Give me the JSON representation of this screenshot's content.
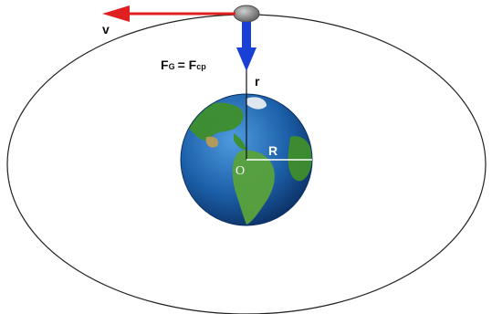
{
  "labels": {
    "velocity": "v",
    "force_equation_main": "F",
    "force_g_sub": "G",
    "force_equals": "= F",
    "force_cp_sub": "cp",
    "orbit_radius": "r",
    "earth_radius": "R",
    "center": "O"
  },
  "colors": {
    "velocity_arrow": "#e02020",
    "force_arrow": "#1a3fd6",
    "satellite": "#7a7a7a",
    "orbit": "#222222",
    "ocean": "#1b5fa8",
    "land": "#3f8f2c"
  },
  "icons": {
    "satellite": "satellite-icon",
    "planet": "earth-icon"
  }
}
